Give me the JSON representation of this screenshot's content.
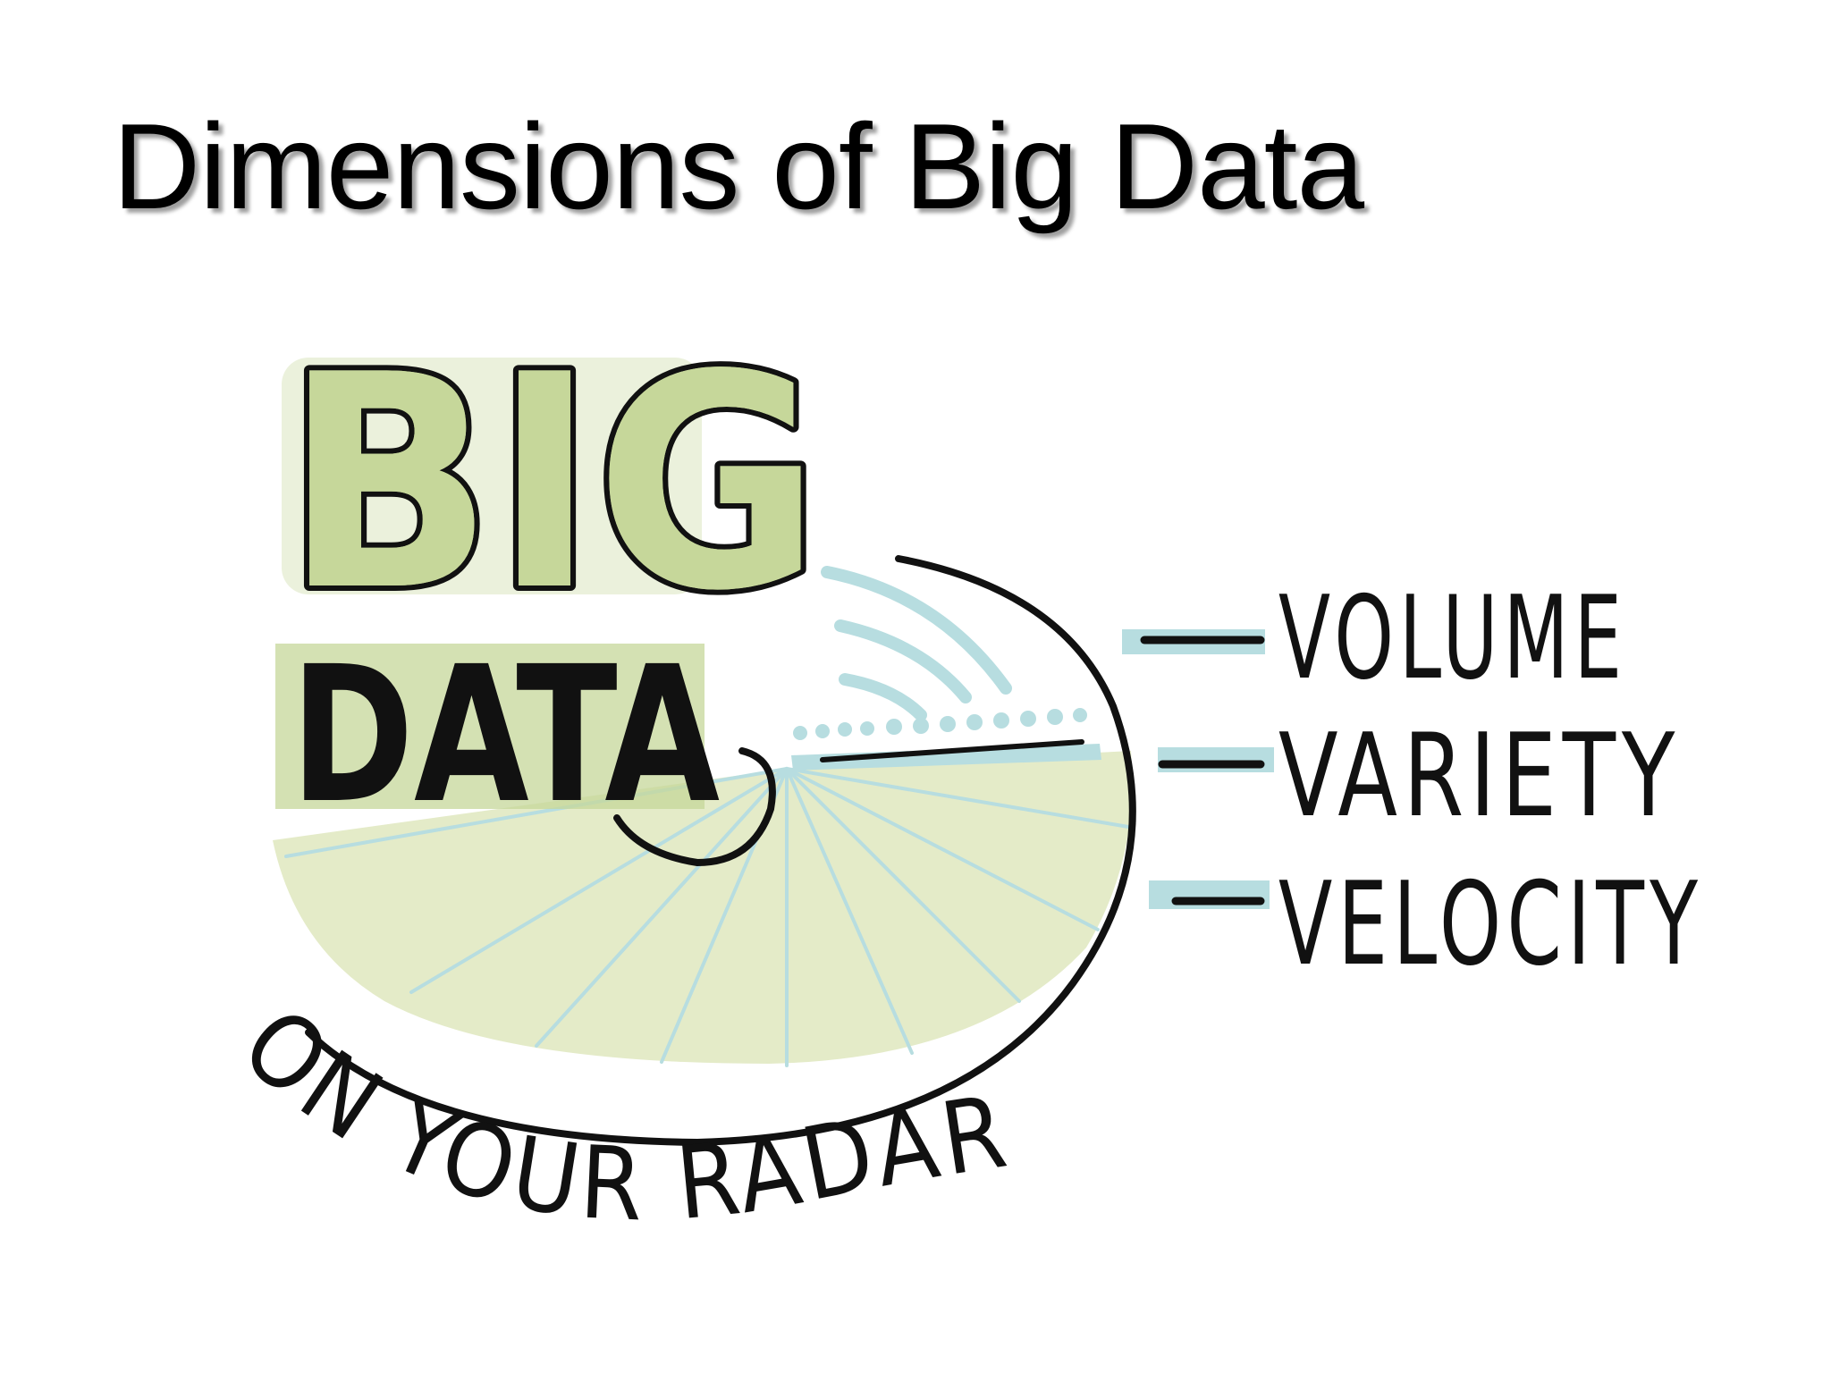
{
  "slide": {
    "title": "Dimensions of Big Data"
  },
  "illustration": {
    "big_word": "BIG",
    "data_word": "DATA",
    "arc_caption": "ON YOUR RADAR",
    "dimensions": [
      {
        "label": "VOLUME"
      },
      {
        "label": "VARIETY"
      },
      {
        "label": "VELOCITY"
      }
    ],
    "colors": {
      "accent_green": "#c6d79a",
      "pale_green": "#e4ebc8",
      "light_blue": "#b7dde0",
      "ink": "#111111"
    }
  }
}
